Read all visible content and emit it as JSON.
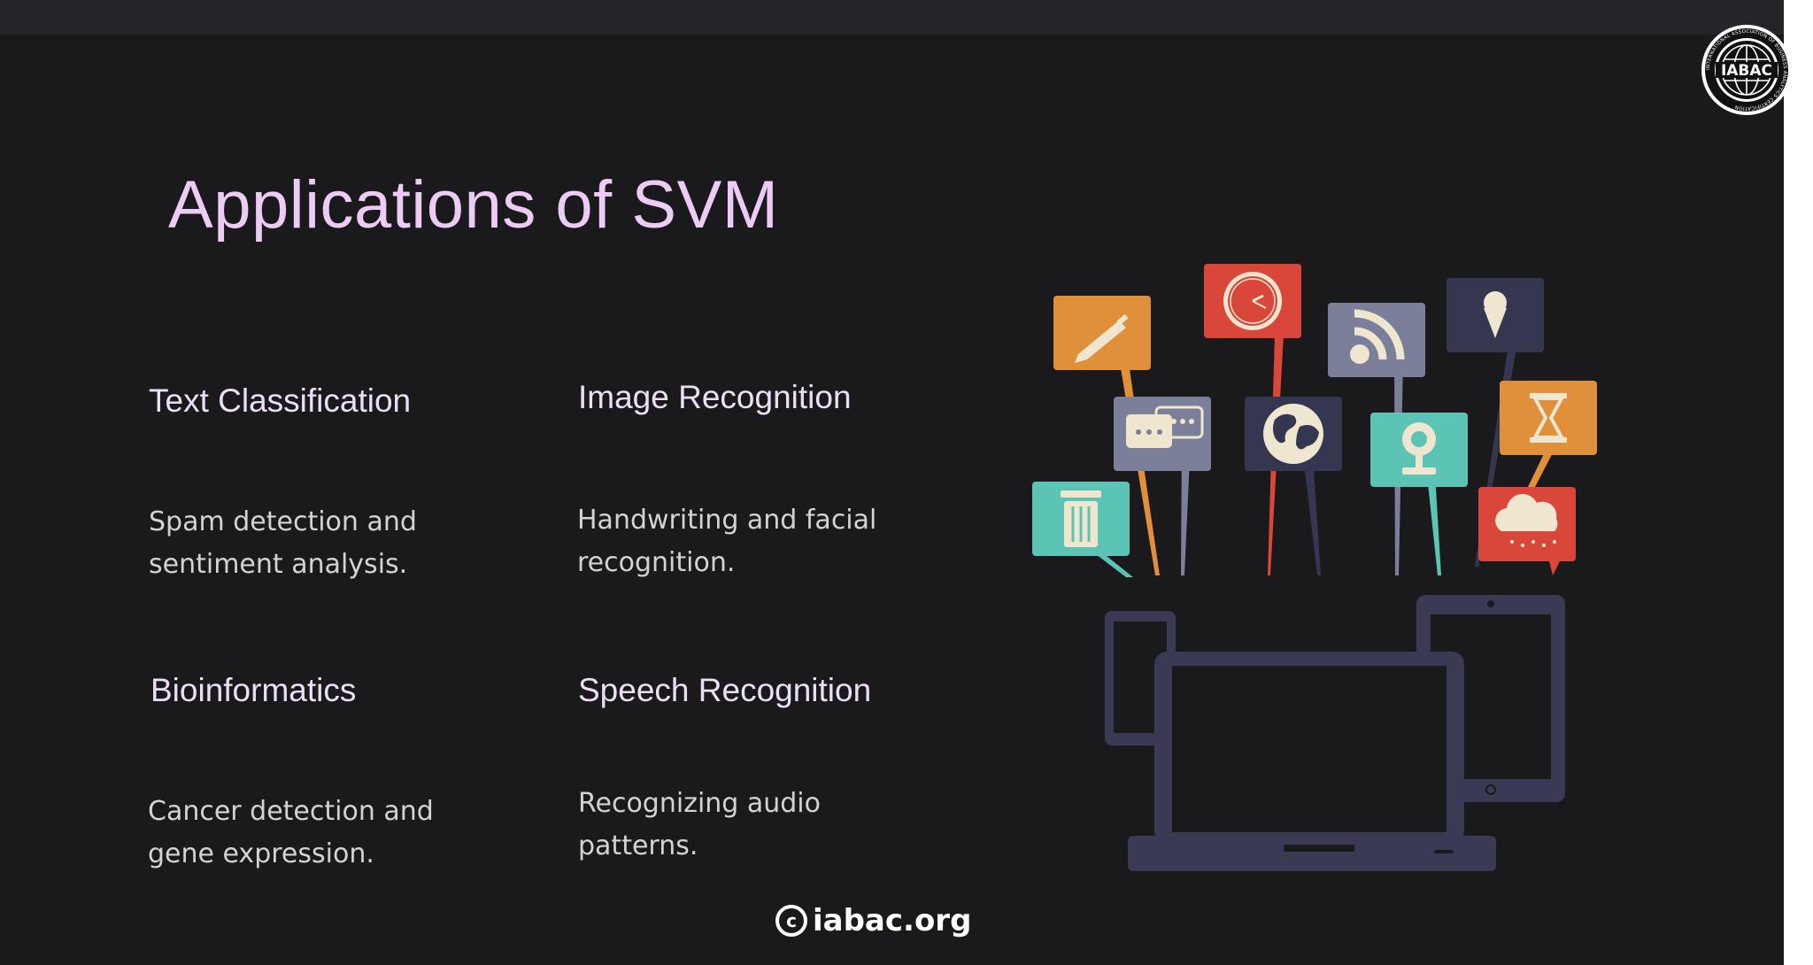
{
  "slide": {
    "title": "Applications of SVM",
    "footer": "iabac.org",
    "logo_text": "IABAC",
    "logo_ring_text": "INTERNATIONAL ASSOCIATION OF BUSINESS ANALYTICS CERTIFICATION"
  },
  "applications": [
    {
      "heading": "Text Classification",
      "line1": "Spam detection and",
      "line2": "sentiment analysis."
    },
    {
      "heading": "Image Recognition",
      "line1": "Handwriting and facial",
      "line2": "recognition."
    },
    {
      "heading": "Bioinformatics",
      "line1": "Cancer detection and",
      "line2": "gene expression."
    },
    {
      "heading": "Speech Recognition",
      "line1": "Recognizing audio",
      "line2": "patterns."
    }
  ],
  "icons": [
    "pencil-icon",
    "clock-icon",
    "rss-icon",
    "ice-cream-icon",
    "chat-icon",
    "globe-icon",
    "webcam-icon",
    "hourglass-icon",
    "trash-icon",
    "cloud-rain-icon",
    "laptop-icon",
    "phone-icon",
    "tablet-icon",
    "copyright-icon"
  ],
  "colors": {
    "background": "#1a191c",
    "title": "#eccbf5",
    "orange": "#e08f3b",
    "red": "#d9473a",
    "slate": "#7c7f99",
    "navy": "#353650",
    "teal": "#5bc4b4",
    "cream": "#efe6cf",
    "device": "#3a3a55"
  }
}
